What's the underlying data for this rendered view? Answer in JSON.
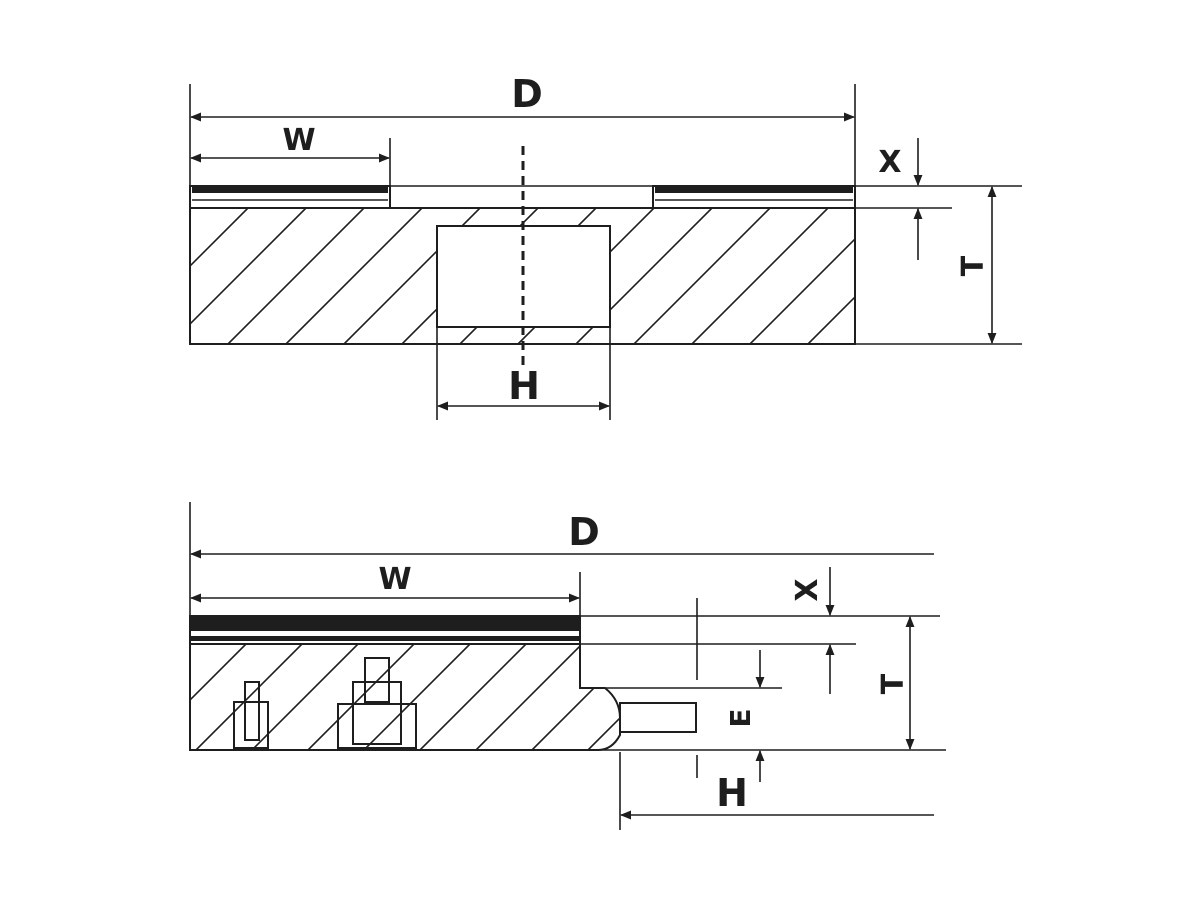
{
  "colors": {
    "ink": "#1e1e1e",
    "background": "#ffffff"
  },
  "top_view": {
    "labels": {
      "d": "D",
      "w": "W",
      "x": "X",
      "t": "T",
      "h": "H"
    }
  },
  "bottom_view": {
    "labels": {
      "d": "D",
      "w": "W",
      "x": "X",
      "t": "T",
      "e": "E",
      "h": "H"
    }
  }
}
